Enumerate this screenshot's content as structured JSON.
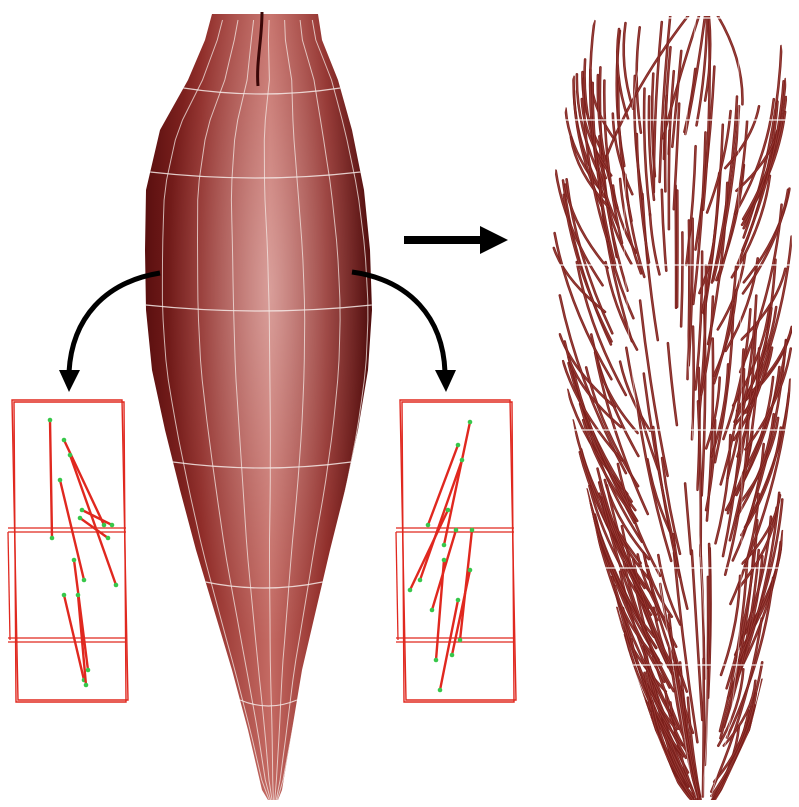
{
  "figure": {
    "panels": [
      {
        "id": "muscle-surface",
        "kind": "shaded 3D muscle surface with white parametric grid"
      },
      {
        "id": "fiber-volume",
        "kind": "muscle volume filled with dark red fiber strands"
      }
    ],
    "insets": [
      {
        "id": "left-inset",
        "kind": "red wireframe hexahedral cells with fiber segments and green end-points"
      },
      {
        "id": "right-inset",
        "kind": "red wireframe hexahedral cells with fiber segments and green end-points"
      }
    ],
    "arrows": [
      {
        "id": "transform-arrow",
        "direction": "right"
      },
      {
        "id": "left-callout-arrow",
        "direction": "down-left"
      },
      {
        "id": "right-callout-arrow",
        "direction": "down-right"
      }
    ]
  },
  "colors": {
    "background": "#ffffff",
    "muscle_dark": "#5a0f0f",
    "muscle_mid": "#8e2a26",
    "muscle_light": "#c46a63",
    "grid": "#f4e9e6",
    "fiber": "#7a1f1a",
    "wireframe": "#e0281f",
    "endpoint": "#37c74a",
    "arrow": "#000000"
  }
}
